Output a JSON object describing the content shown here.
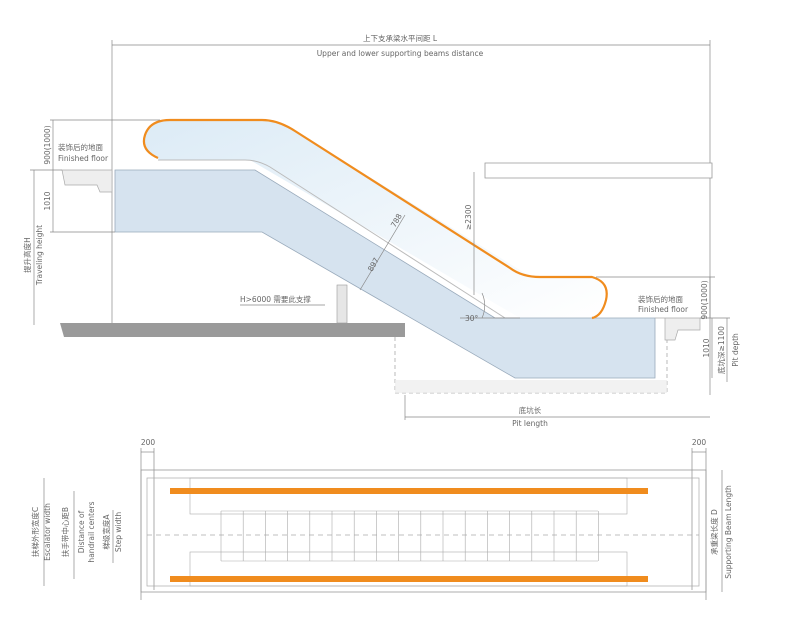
{
  "side_view": {
    "beam_distance_cn": "上下支承梁水平间距 L",
    "beam_distance_en": "Upper and lower supporting beams distance",
    "handrail_height_top": "900(1000)",
    "finished_floor_top_cn": "装饰后的地面",
    "finished_floor_top_en": "Finished floor",
    "truss_height_top": "1010",
    "travel_height_cn": "提升高度H",
    "travel_height_en": "Traveling height",
    "dim_788": "788",
    "dim_897": "897",
    "clearance": "≥2300",
    "support_note": "H>6000 需要此支撑",
    "angle": "30°",
    "finished_floor_bottom_cn": "装饰后的地面",
    "finished_floor_bottom_en": "Finished floor",
    "handrail_height_bottom": "900(1000)",
    "truss_height_bottom": "1010",
    "pit_depth_cn": "底坑深≥1100",
    "pit_depth_en": "Pit depth",
    "pit_length_cn": "底坑长",
    "pit_length_en": "Pit length"
  },
  "top_view": {
    "margin_left": "200",
    "margin_right": "200",
    "escalator_width_cn": "扶梯外形宽度C",
    "escalator_width_en": "Escalator width",
    "handrail_dist_cn": "扶手带中心距B",
    "handrail_dist_en1": "Distance of",
    "handrail_dist_en2": "handrail centers",
    "step_width_cn": "梯级宽度A",
    "step_width_en": "Step width",
    "beam_length_cn": "承重梁长度 D",
    "beam_length_en": "Supporting Beam Length"
  },
  "colors": {
    "handrail": "#f08c1e",
    "truss": "#d6e3ef",
    "slab": "#9a9a9a"
  }
}
